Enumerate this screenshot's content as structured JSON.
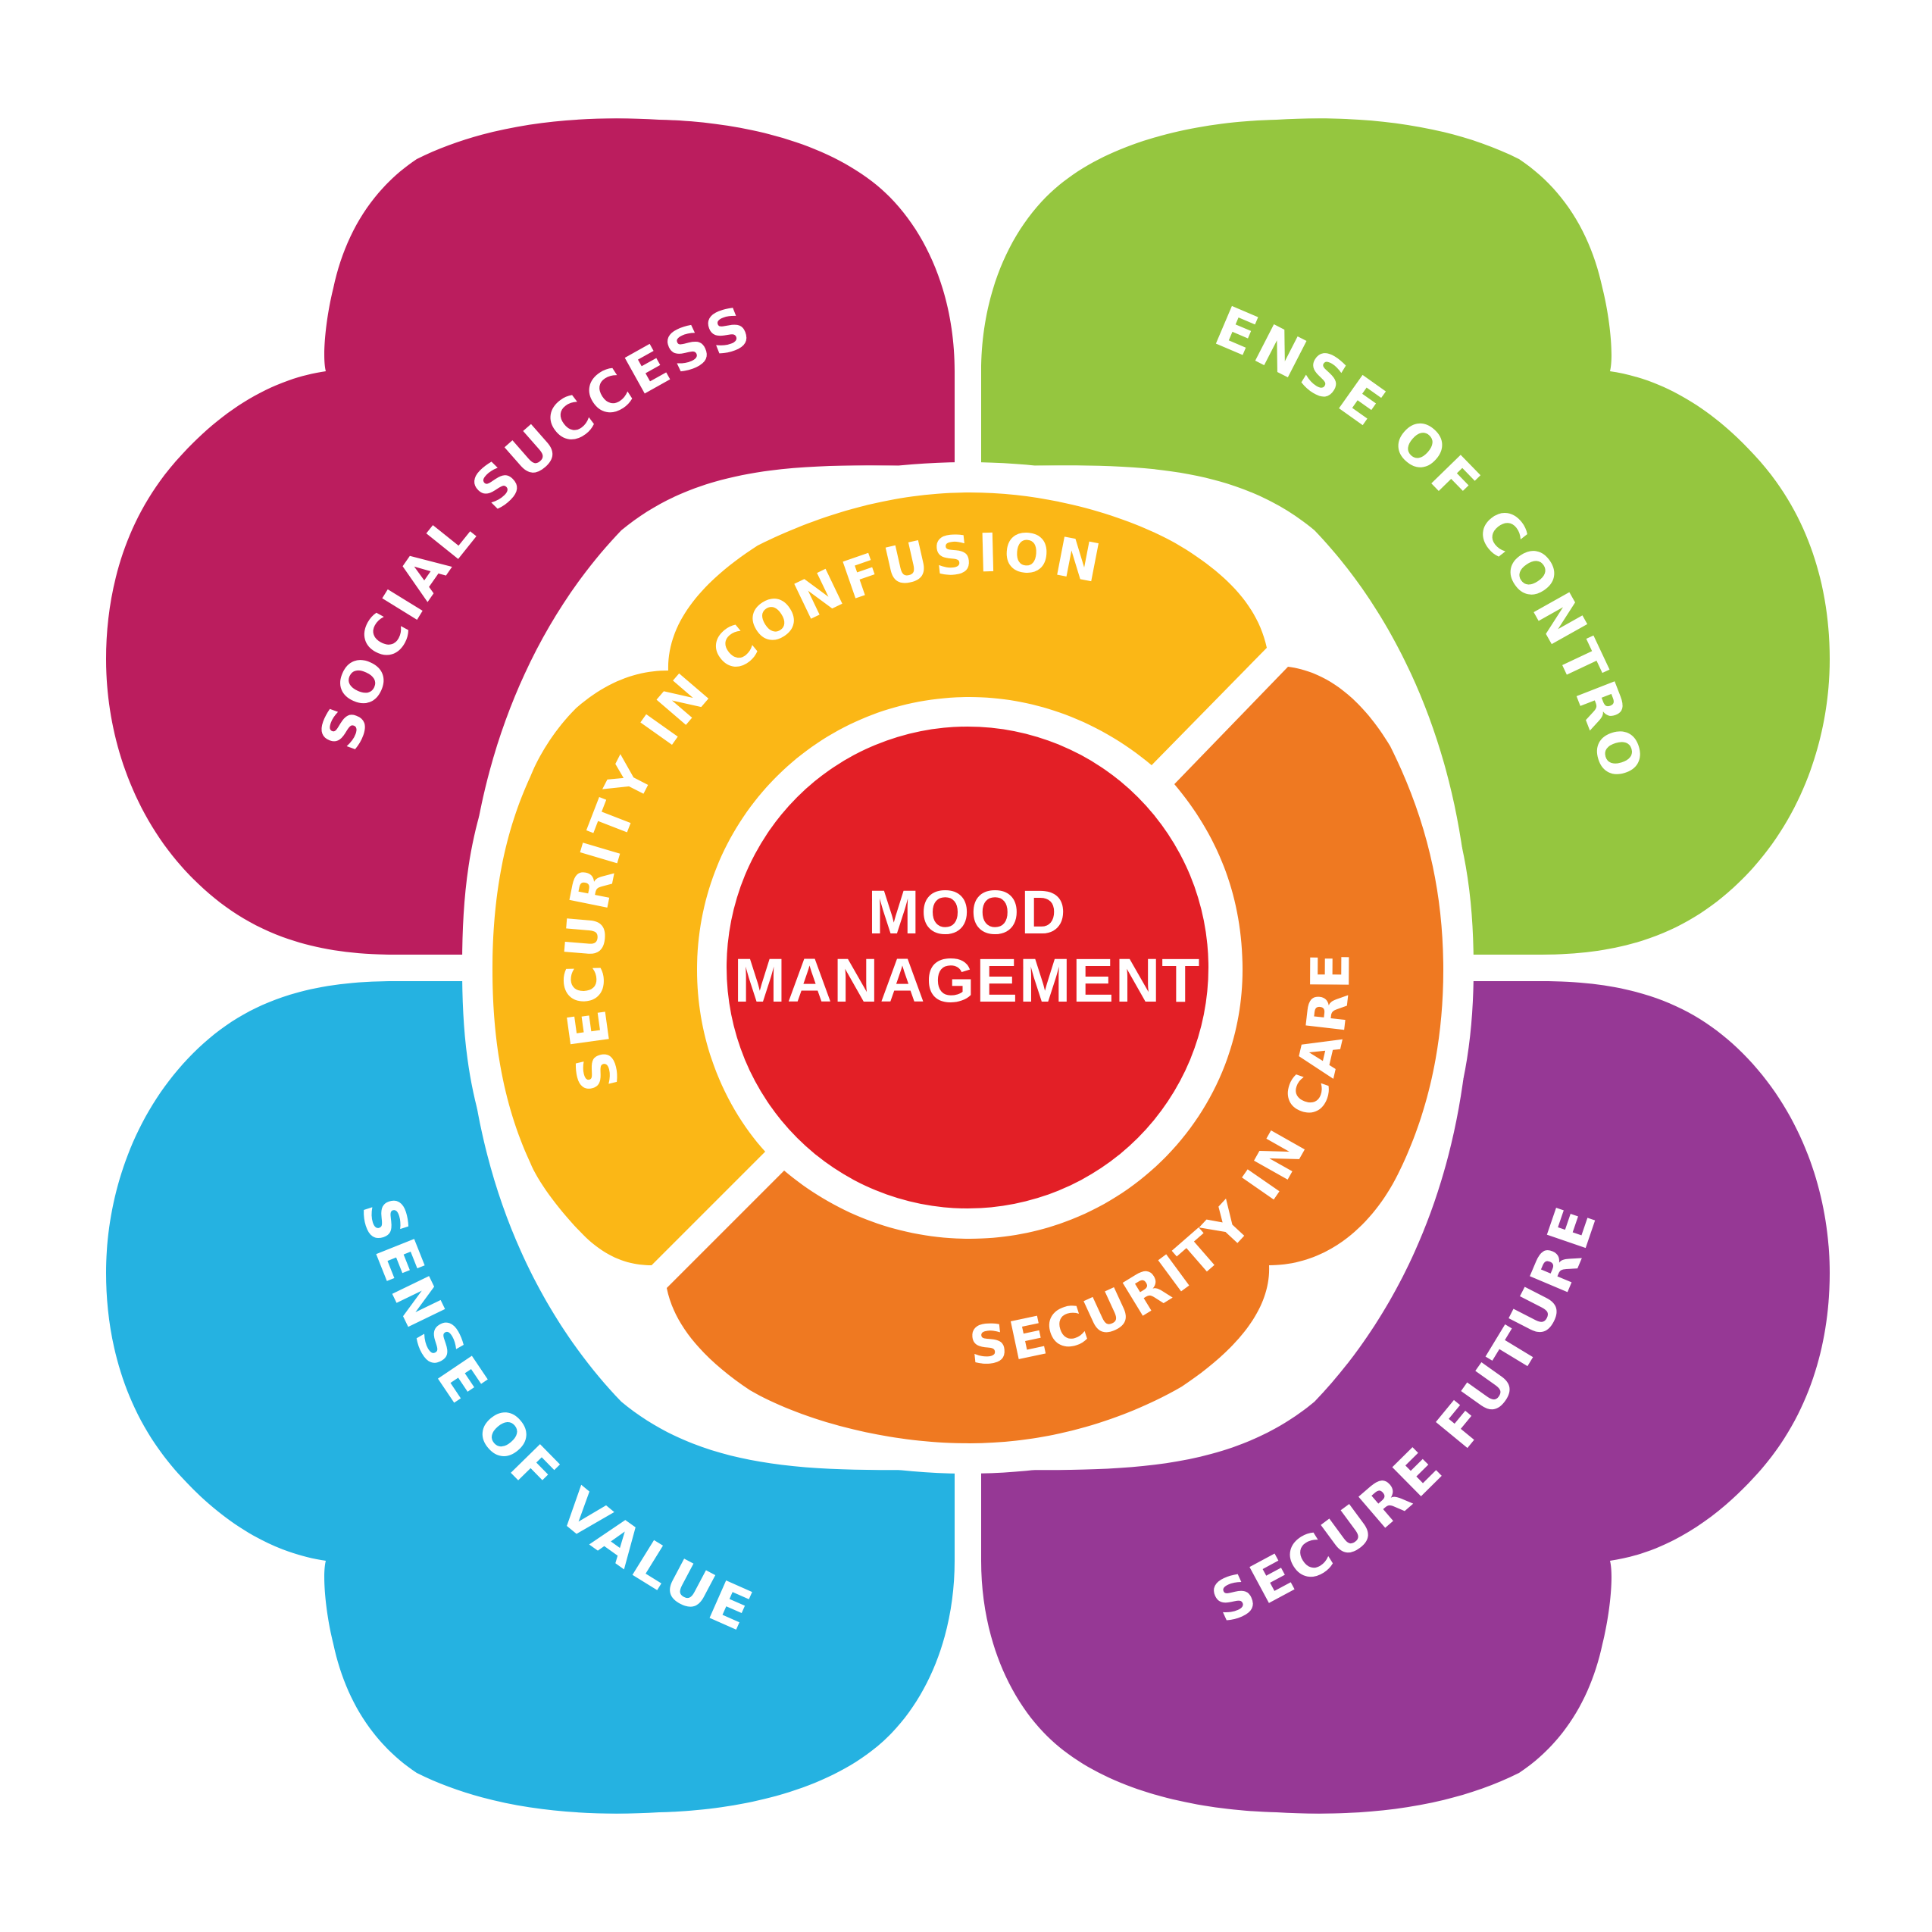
{
  "center": {
    "line1": "MOOD",
    "line2": "MANAGEMENT",
    "color": "#E31F26"
  },
  "rings": [
    {
      "id": "confusion",
      "label": "SECURITY IN CONFUSION",
      "color": "#FBB716"
    },
    {
      "id": "care",
      "label": "SECURITY IN CARE",
      "color": "#EF7921"
    }
  ],
  "petals": [
    {
      "id": "social-success",
      "label": "SOCIAL SUCCESS",
      "color": "#BB1D5E"
    },
    {
      "id": "sense-of-control",
      "label": "SENSE OF CONTROL",
      "color": "#95C63F"
    },
    {
      "id": "sense-of-value",
      "label": "SENSE OF VALUE",
      "color": "#25B2E1"
    },
    {
      "id": "secure-future",
      "label": "SECURE FUTURE",
      "color": "#963895"
    }
  ]
}
